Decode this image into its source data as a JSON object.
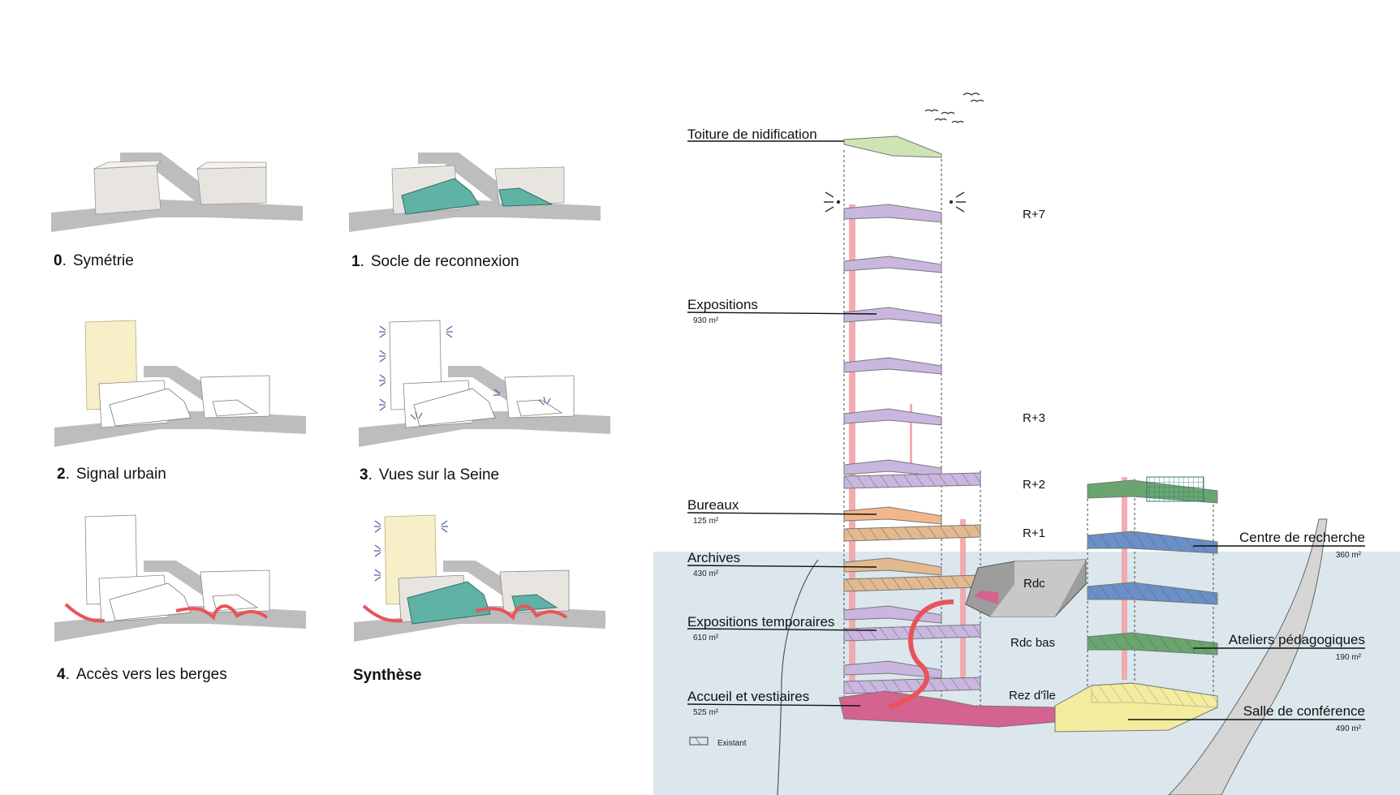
{
  "strategies": [
    {
      "num": "0",
      "sep": ".",
      "label": "Symétrie"
    },
    {
      "num": "1",
      "sep": ".",
      "label": "Socle de reconnexion"
    },
    {
      "num": "2",
      "sep": ".",
      "label": "Signal urbain"
    },
    {
      "num": "3",
      "sep": ".",
      "label": "Vues sur la Seine"
    },
    {
      "num": "4",
      "sep": ".",
      "label": "Accès vers les berges"
    },
    {
      "num": "",
      "sep": "",
      "label": "Synthèse"
    }
  ],
  "program_left": [
    {
      "label": "Toiture de nidification",
      "area": ""
    },
    {
      "label": "Expositions",
      "area": "930 m²"
    },
    {
      "label": "Bureaux",
      "area": "125 m²"
    },
    {
      "label": "Archives",
      "area": "430 m²"
    },
    {
      "label": "Expositions temporaires",
      "area": "610 m²"
    },
    {
      "label": "Accueil et vestiaires",
      "area": "525 m²"
    }
  ],
  "program_right": [
    {
      "label": "Centre de recherche",
      "area": "360 m²"
    },
    {
      "label": "Ateliers pédagogiques",
      "area": "190 m²"
    },
    {
      "label": "Salle de conférence",
      "area": "490 m²"
    }
  ],
  "levels": [
    "R+7",
    "R+3",
    "R+2",
    "R+1",
    "Rdc",
    "Rdc bas",
    "Rez d'île"
  ],
  "legend": {
    "existing": "Existant"
  },
  "colors": {
    "road": "#bdbdbd",
    "existing_block": "#e6e3df",
    "tower": "#f6efc7",
    "socle": "#5fb3a5",
    "access": "#e8545a",
    "views": "#5a5aa8",
    "roof": "#cfe4b3",
    "exhibitions": "#c9b7e0",
    "offices": "#f3b68c",
    "archives": "#e3b98f",
    "reception": "#d4638f",
    "research": "#6b8fc7",
    "workshops": "#6aa56f",
    "conference": "#f3ec9f",
    "water": "#dbe7ed"
  }
}
